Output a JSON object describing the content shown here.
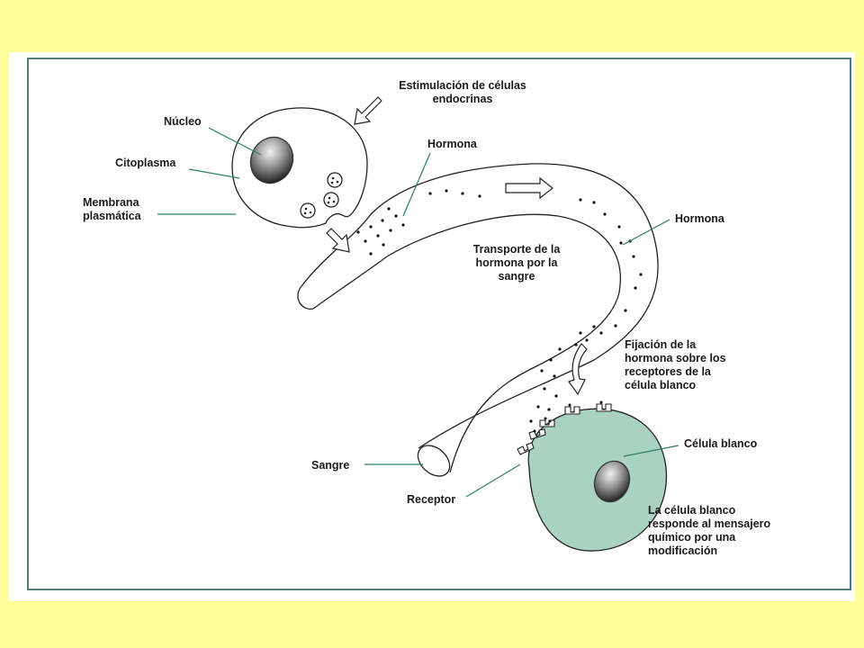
{
  "labels": {
    "stimulation": "Estimulación de células\nendocrinas",
    "nucleus": "Núcleo",
    "cytoplasm": "Citoplasma",
    "membrane": "Membrana\nplasmática",
    "hormone_top": "Hormona",
    "hormone_right": "Hormona",
    "transport": "Transporte de la\nhormona por la\nsangre",
    "binding": "Fijación de la\nhormona sobre los\nreceptores de la\ncélula blanco",
    "target_cell": "Célula blanco",
    "blood": "Sangre",
    "receptor": "Receptor",
    "response": "La célula blanco\nresponde al mensajero\nquímico por una\nmodificación"
  },
  "colors": {
    "background": "#FFFF99",
    "frame": "#4f7d73",
    "leader_line": "#2e7d6b",
    "target_cell_fill": "#a9d2c0"
  }
}
